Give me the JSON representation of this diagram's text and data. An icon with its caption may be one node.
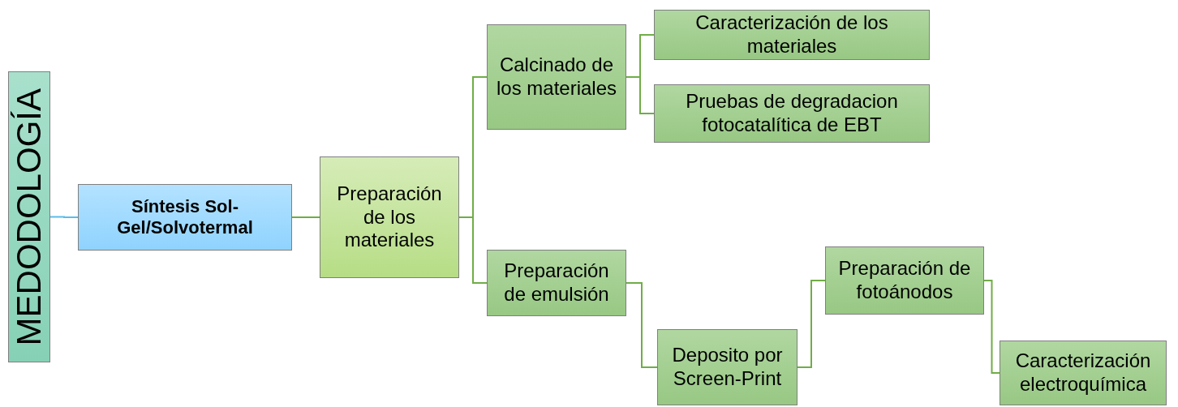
{
  "diagram": {
    "nodes": [
      {
        "text": [
          "MEDODOLOGÍA"
        ]
      },
      {
        "text": [
          "Síntesis Sol-Gel/Solvotermal"
        ]
      },
      {
        "text": [
          "Preparación de los materiales"
        ]
      },
      {
        "text": [
          "Calcinado de los materiales"
        ]
      },
      {
        "text": [
          "Caracterización de los materiales"
        ]
      },
      {
        "text": [
          "Pruebas de degradacion fotocatalítica  de EBT"
        ]
      },
      {
        "text": [
          "Preparación de emulsión"
        ]
      },
      {
        "text": [
          "Deposito por Screen-Print"
        ]
      },
      {
        "text": [
          "Preparación de fotoánodos"
        ]
      },
      {
        "text": [
          "Caracterización electroquímica"
        ]
      }
    ],
    "edges": [
      {
        "from": 0,
        "to": 1,
        "arrow": "none",
        "color": "#5bbcea"
      },
      {
        "from": 1,
        "to": 2,
        "arrow": "none"
      },
      {
        "from": 2,
        "to": 3,
        "arrow": "none"
      },
      {
        "from": 2,
        "to": 6,
        "arrow": "none"
      },
      {
        "from": 3,
        "to": 4,
        "arrow": "none"
      },
      {
        "from": 3,
        "to": 5,
        "arrow": "none"
      },
      {
        "from": 6,
        "to": 7,
        "arrow": "none"
      },
      {
        "from": 7,
        "to": 8,
        "arrow": "none"
      },
      {
        "from": 8,
        "to": 9,
        "arrow": "none"
      }
    ]
  }
}
